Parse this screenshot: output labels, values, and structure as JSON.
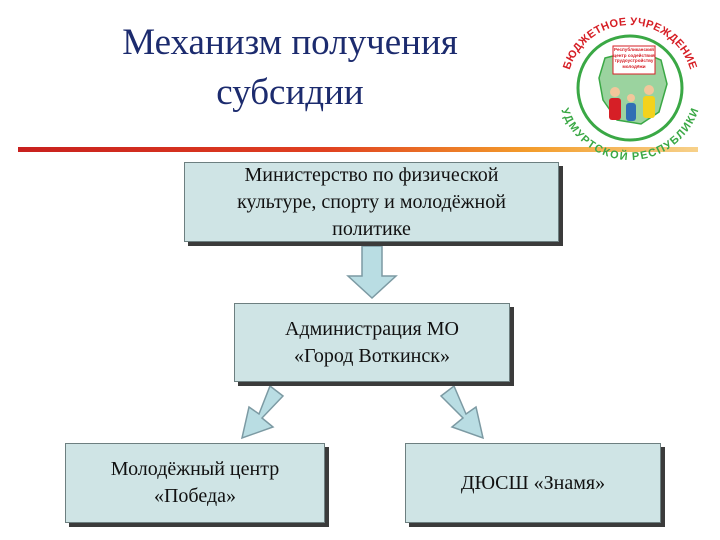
{
  "title": "Механизм получения\nсубсидии",
  "boxes": {
    "ministry": "Министерство по физической\nкультуре, спорту и молодёжной\nполитике",
    "administration": "Администрация МО\n«Город Воткинск»",
    "youth_center": "Молодёжный центр\n«Победа»",
    "sport_school": "ДЮСШ «Знамя»"
  },
  "logo": {
    "arc_top": "БЮДЖЕТНОЕ УЧРЕЖДЕНИЕ",
    "arc_bottom": "УДМУРТСКОЙ РЕСПУБЛИКИ",
    "center_text": "Республиканский центр содействия трудоустройству молодёжи"
  },
  "colors": {
    "title": "#1c2b6e",
    "box_fill": "#cfe4e5",
    "arrow_fill": "#b9dde3",
    "logo_text": "#d61f26",
    "logo_green": "#3aa845"
  }
}
